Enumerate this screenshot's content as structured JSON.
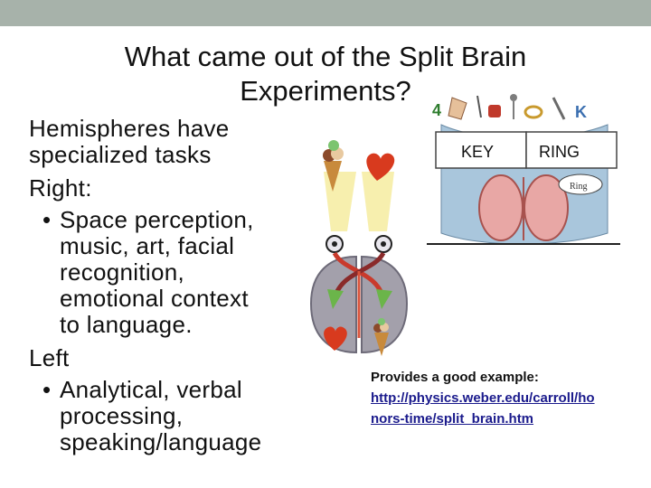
{
  "slide": {
    "title_line1": "What came out of the Split Brain",
    "title_line2": "Experiments?",
    "intro_line1": "Hemispheres have",
    "intro_line2": "specialized tasks",
    "right_heading": "Right:",
    "right_bullet_lines": [
      "Space perception,",
      "music, art, facial",
      "recognition,",
      "emotional context",
      "to language."
    ],
    "left_heading": "Left",
    "left_bullet_lines": [
      "Analytical, verbal",
      "processing,",
      "speaking/language"
    ],
    "note_text": "Provides a good example:",
    "note_link_line1": "http://physics.weber.edu/carroll/ho",
    "note_link_line2": "nors-time/split_brain.htm",
    "bullet_glyph": "•"
  },
  "figure_right": {
    "left_card_text": "KEY",
    "right_card_text": "RING",
    "speech_text": "Ring",
    "letter_left": "4",
    "letter_right": "K"
  },
  "colors": {
    "topbar": "#a7b2aa",
    "heart": "#d83a1e",
    "brain": "#a3a0ab",
    "link": "#1a1a8c"
  }
}
